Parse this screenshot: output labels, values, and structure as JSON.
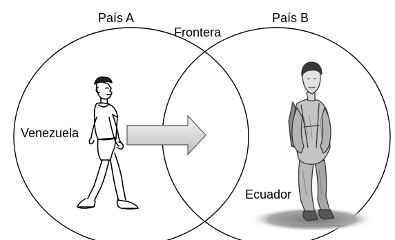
{
  "labels": {
    "country_a": "País A",
    "country_b": "País B",
    "border": "Frontera",
    "origin": "Venezuela",
    "destination": "Ecuador"
  },
  "colors": {
    "stroke": "#000000",
    "arrow_fill_light": "#f2f2f2",
    "arrow_fill_dark": "#bdbdbd",
    "ground_shadow": "#9a9a9a"
  },
  "icons": {
    "walking_man": "walking-man-figure",
    "hiker": "hiker-with-backpack-figure",
    "arrow": "right-arrow"
  }
}
